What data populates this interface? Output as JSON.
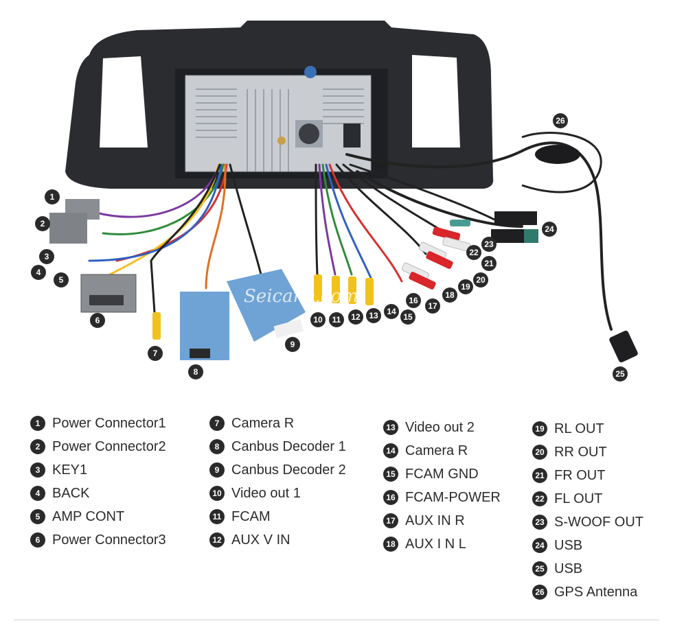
{
  "watermark": "Seicane.com",
  "legend": {
    "col1": [
      {
        "n": "1",
        "label": "Power Connector1"
      },
      {
        "n": "2",
        "label": "Power Connector2"
      },
      {
        "n": "3",
        "label": "KEY1"
      },
      {
        "n": "4",
        "label": "BACK"
      },
      {
        "n": "5",
        "label": "AMP CONT"
      },
      {
        "n": "6",
        "label": "Power Connector3"
      }
    ],
    "col2": [
      {
        "n": "7",
        "label": "Camera R"
      },
      {
        "n": "8",
        "label": "Canbus Decoder 1"
      },
      {
        "n": "9",
        "label": "Canbus Decoder 2"
      },
      {
        "n": "10",
        "label": "Video out 1"
      },
      {
        "n": "11",
        "label": "FCAM"
      },
      {
        "n": "12",
        "label": "AUX V IN"
      }
    ],
    "col3": [
      {
        "n": "13",
        "label": "Video out 2"
      },
      {
        "n": "14",
        "label": "Camera R"
      },
      {
        "n": "15",
        "label": "FCAM GND"
      },
      {
        "n": "16",
        "label": "FCAM-POWER"
      },
      {
        "n": "17",
        "label": "AUX IN R"
      },
      {
        "n": "18",
        "label": "AUX I N L"
      }
    ],
    "col4": [
      {
        "n": "19",
        "label": "RL OUT"
      },
      {
        "n": "20",
        "label": "RR OUT"
      },
      {
        "n": "21",
        "label": "FR OUT"
      },
      {
        "n": "22",
        "label": "FL OUT"
      },
      {
        "n": "23",
        "label": "S-WOOF OUT"
      },
      {
        "n": "24",
        "label": "USB"
      },
      {
        "n": "25",
        "label": "USB"
      },
      {
        "n": "26",
        "label": "GPS Antenna"
      }
    ]
  },
  "callouts": [
    "1",
    "2",
    "3",
    "4",
    "5",
    "6",
    "7",
    "8",
    "9",
    "10",
    "11",
    "12",
    "13",
    "14",
    "15",
    "16",
    "17",
    "18",
    "19",
    "20",
    "21",
    "22",
    "23",
    "24",
    "25",
    "26"
  ],
  "colors": {
    "frame": "#2b2c30",
    "chassis": "#c9ccd1",
    "decoder": "#6fa3d6",
    "rca_yellow": "#f1c21b",
    "rca_red": "#d8262a",
    "rca_white": "#e9e9e9",
    "callout": "#2a2a2a"
  }
}
